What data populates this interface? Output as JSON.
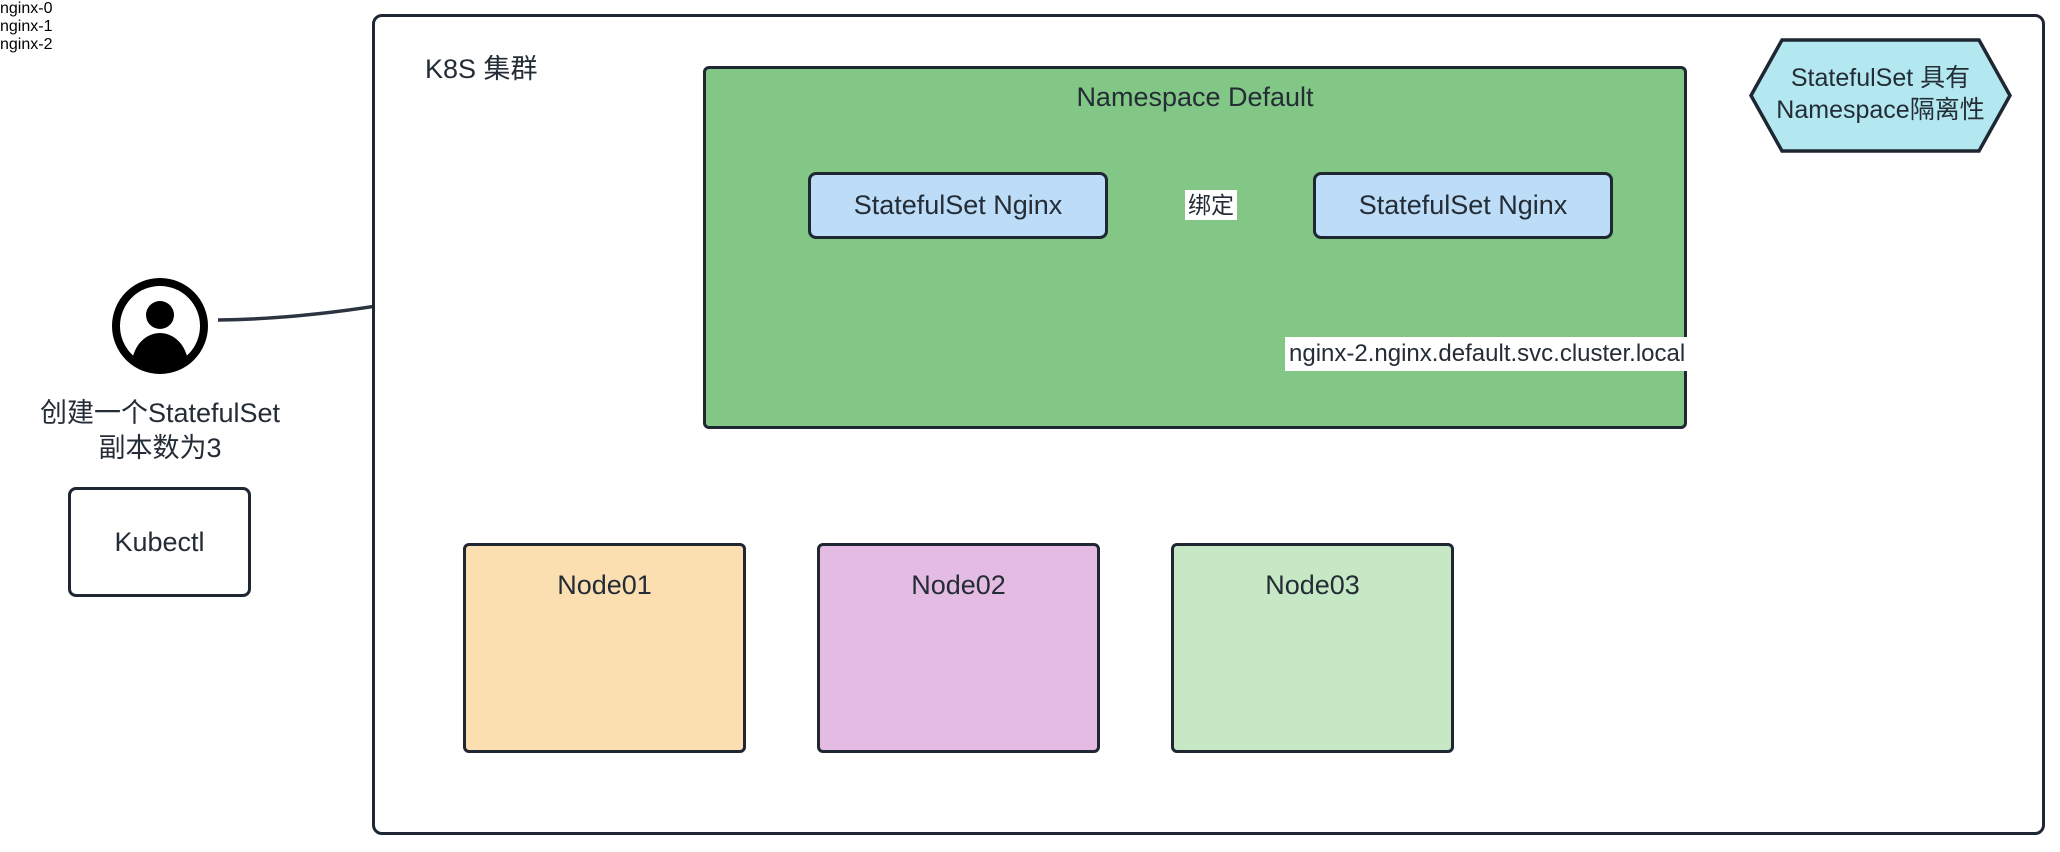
{
  "diagram": {
    "cluster": {
      "label": "K8S 集群"
    },
    "namespace": {
      "label": "Namespace Default"
    },
    "statefulsets": [
      {
        "label": "StatefulSet Nginx"
      },
      {
        "label": "StatefulSet Nginx"
      }
    ],
    "edges": {
      "bind_label": "绑定",
      "dns_label": "nginx-2.nginx.default.svc.cluster.local"
    },
    "nodes": [
      {
        "title": "Node01",
        "pod": "nginx-0"
      },
      {
        "title": "Node02",
        "pod": "nginx-1"
      },
      {
        "title": "Node03",
        "pod": "nginx-2"
      }
    ],
    "actor": {
      "icon": "user-icon",
      "caption": "创建一个StatefulSet\n副本数为3",
      "tool_label": "Kubectl"
    },
    "note": {
      "text": "StatefulSet 具有\nNamespace隔离性"
    },
    "colors": {
      "namespace_fill": "#82c785",
      "statefulset_fill": "#bcdcf7",
      "node01_fill": "#fbdfb1",
      "node02_fill": "#e3bbe3",
      "node03_fill": "#c7e8c5",
      "pod_fill": "#bcdcf7",
      "note_fill": "#b4e8f0",
      "stroke": "#1f2733",
      "text": "#242c36"
    }
  }
}
